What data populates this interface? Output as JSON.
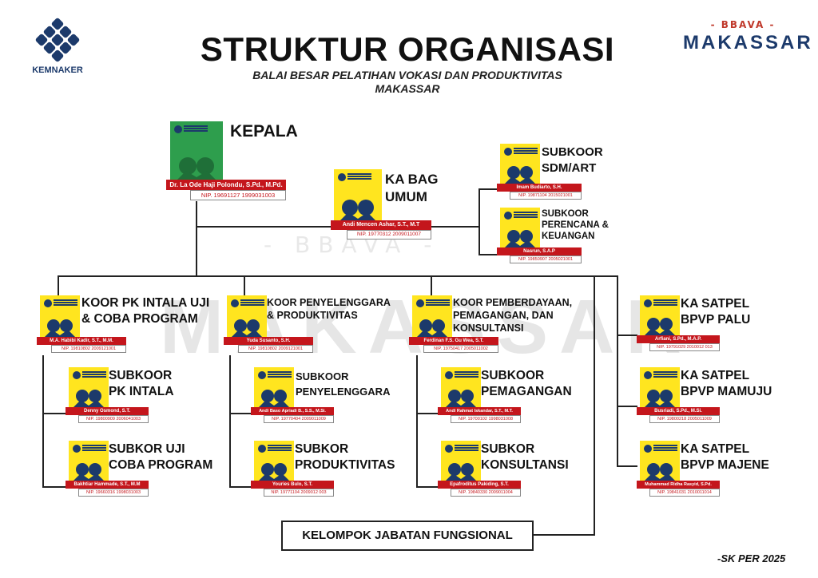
{
  "header": {
    "left_logo_label": "KEMNAKER",
    "title": "STRUKTUR ORGANISASI",
    "subtitle_line1": "BALAI BESAR PELATIHAN VOKASI DAN PRODUKTIVITAS",
    "subtitle_line2": "MAKASSAR",
    "right_logo_top": "- BBAVA -",
    "right_logo_main": "MAKASSAR"
  },
  "watermark": {
    "text": "MAKASSAR",
    "top": "- BBAVA -"
  },
  "colors": {
    "green_card": "#2e9e4d",
    "yellow_card": "#ffe51f",
    "name_red": "#c4161c",
    "navy": "#1c3a6b"
  },
  "units": {
    "kepala": {
      "role": "KEPALA",
      "name": "Dr. La Ode Haji Polondu, S.Pd., M.Pd.",
      "nip": "NIP. 19691127 1999031003"
    },
    "ka_bag_umum": {
      "role_line1": "KA BAG",
      "role_line2": "UMUM",
      "name": "Andi Mencen Ashar, S.T., M.T",
      "nip": "NIP. 19770312 2009011007"
    },
    "subkoor_sdm": {
      "role_line1": "SUBKOOR",
      "role_line2": "SDM/ART",
      "name": "Imam Budiarto, S.H.",
      "nip": "NIP. 19871104 2015021001"
    },
    "subkoor_keuangan": {
      "role_line1": "SUBKOOR",
      "role_line2": "PERENCANA &",
      "role_line3": "KEUANGAN",
      "name": "Nasrun, S.A.P",
      "nip": "NIP. 19850907 2005021001"
    },
    "koor_pk": {
      "role_line1": "KOOR PK INTALA UJI",
      "role_line2": "& COBA PROGRAM",
      "name": "M.A. Habibi Kadir, S.T., M.M.",
      "nip": "NIP. 19810802 2009121001"
    },
    "koor_penyelenggara": {
      "role_line1": "KOOR PENYELENGGARA",
      "role_line2": "& PRODUKTIVITAS",
      "name": "Yuda Susanto, S.H.",
      "nip": "NIP. 19810802 2009121001"
    },
    "koor_pemberdayaan": {
      "role_line1": "KOOR PEMBERDAYAAN,",
      "role_line2": "PEMAGANGAN, DAN",
      "role_line3": "KONSULTANSI",
      "name": "Ferdinan F.S. Gu Wea, S.T.",
      "nip": "NIP. 19750417 2005011002"
    },
    "satpel_palu": {
      "role_line1": "KA SATPEL",
      "role_line2": "BPVP PALU",
      "name": "Arfiani, S.Pd., M.A.P.",
      "nip": "NIP. 19791029 2010012 013"
    },
    "subkoor_pk_intala": {
      "role_line1": "SUBKOOR",
      "role_line2": "PK INTALA",
      "name": "Denny Osmond, S.T.",
      "nip": "NIP. 19800909 2006041003"
    },
    "subkoor_penyelenggara": {
      "role_line1": "SUBKOOR",
      "role_line2": "PENYELENGGARA",
      "name": "Andi Baso Apriadi B., S.S., M.Si.",
      "nip": "NIP. 19770404 2009011009"
    },
    "subkoor_pemagangan": {
      "role_line1": "SUBKOOR",
      "role_line2": "PEMAGANGAN",
      "name": "Andi Rahmat Iskandar, S.T., M.T.",
      "nip": "NIP. 19700102 1998031008"
    },
    "satpel_mamuju": {
      "role_line1": "KA SATPEL",
      "role_line2": "BPVP MAMUJU",
      "name": "Busriadi, S.Pd., M.Si.",
      "nip": "NIP. 19800218 2005011009"
    },
    "subkor_uji": {
      "role_line1": "SUBKOR UJI",
      "role_line2": "COBA PROGRAM",
      "name": "Bakhtiar Hammade, S.T., M.M",
      "nip": "NIP. 19660316 1998031003"
    },
    "subkor_produktivitas": {
      "role_line1": "SUBKOR",
      "role_line2": "PRODUKTIVITAS",
      "name": "Youries Bulo, S.T.",
      "nip": "NIP. 19771104 2009012 003"
    },
    "subkor_konsultansi": {
      "role_line1": "SUBKOR",
      "role_line2": "KONSULTANSI",
      "name": "Epafroditus Pakiding, S.T.",
      "nip": "NIP. 19840330 2009011004"
    },
    "satpel_majene": {
      "role_line1": "KA SATPEL",
      "role_line2": "BPVP MAJENE",
      "name": "Muhammad Ridha Rasyid, S.Pd.",
      "nip": "NIP. 19841031 2010011014"
    }
  },
  "fungsional": "KELOMPOK JABATAN FUNGSIONAL",
  "footer": "-SK PER 2025"
}
